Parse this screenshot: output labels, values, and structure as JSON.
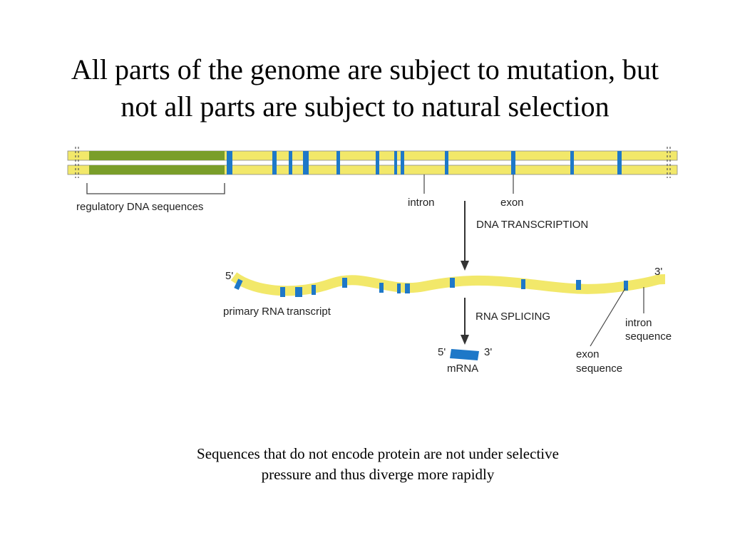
{
  "slide": {
    "title_line1": "All parts of the genome are subject to mutation, but",
    "title_line2": "not all parts are subject to natural selection",
    "caption_line1": "Sequences that do not encode protein are not under selective",
    "caption_line2": "pressure and thus diverge more rapidly"
  },
  "diagram": {
    "labels": {
      "regulatory": "regulatory DNA sequences",
      "intron": "intron",
      "exon": "exon",
      "dna_transcription": "DNA TRANSCRIPTION",
      "five_prime": "5'",
      "three_prime": "3'",
      "primary_transcript": "primary RNA transcript",
      "rna_splicing": "RNA SPLICING",
      "intron_sequence_1": "intron",
      "intron_sequence_2": "sequence",
      "exon_sequence_1": "exon",
      "exon_sequence_2": "sequence",
      "mrna": "mRNA"
    },
    "colors": {
      "intron_yellow": "#f2e86a",
      "exon_blue": "#1e78c8",
      "regulatory_green": "#7a9e2a",
      "arrow": "#333333"
    }
  }
}
